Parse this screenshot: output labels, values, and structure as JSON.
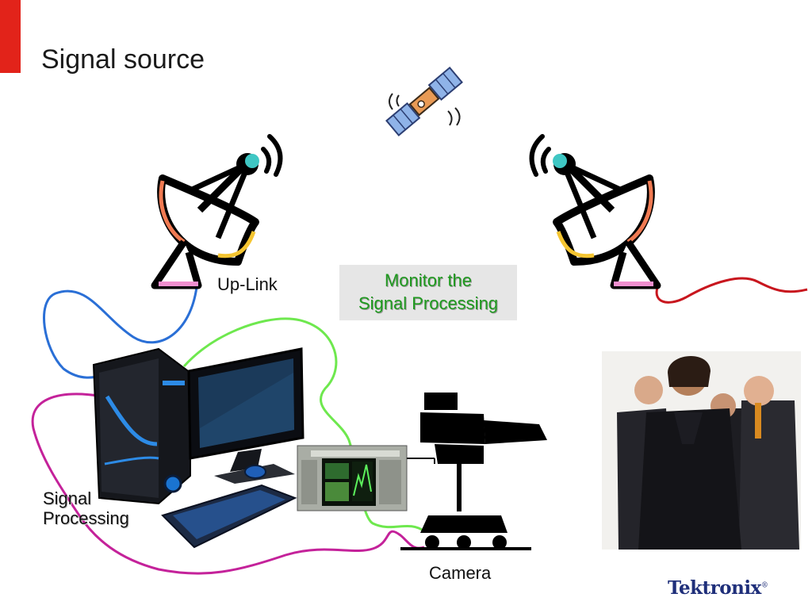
{
  "title": "Signal source",
  "labels": {
    "uplink": "Up-Link",
    "signal_line1": "Signal",
    "signal_line2": "Processing",
    "camera": "Camera"
  },
  "callout": {
    "line1": "Monitor the",
    "line2": "Signal Processing"
  },
  "brand": "Tektronix",
  "brand_mark": "®",
  "colors": {
    "accent_red": "#e2231a",
    "cable_blue": "#2a6fd6",
    "cable_green": "#6ee84e",
    "cable_magenta": "#c4229a",
    "cable_red": "#c8161e",
    "callout_text": "#1f9a1f",
    "brand_blue": "#1f2f7a"
  },
  "icons": [
    "satellite-icon",
    "uplink-dish-icon",
    "downlink-dish-icon",
    "computer-tower-icon",
    "monitor-icon",
    "keyboard-icon",
    "mouse-icon",
    "waveform-monitor-icon",
    "tv-camera-icon",
    "team-photo"
  ]
}
